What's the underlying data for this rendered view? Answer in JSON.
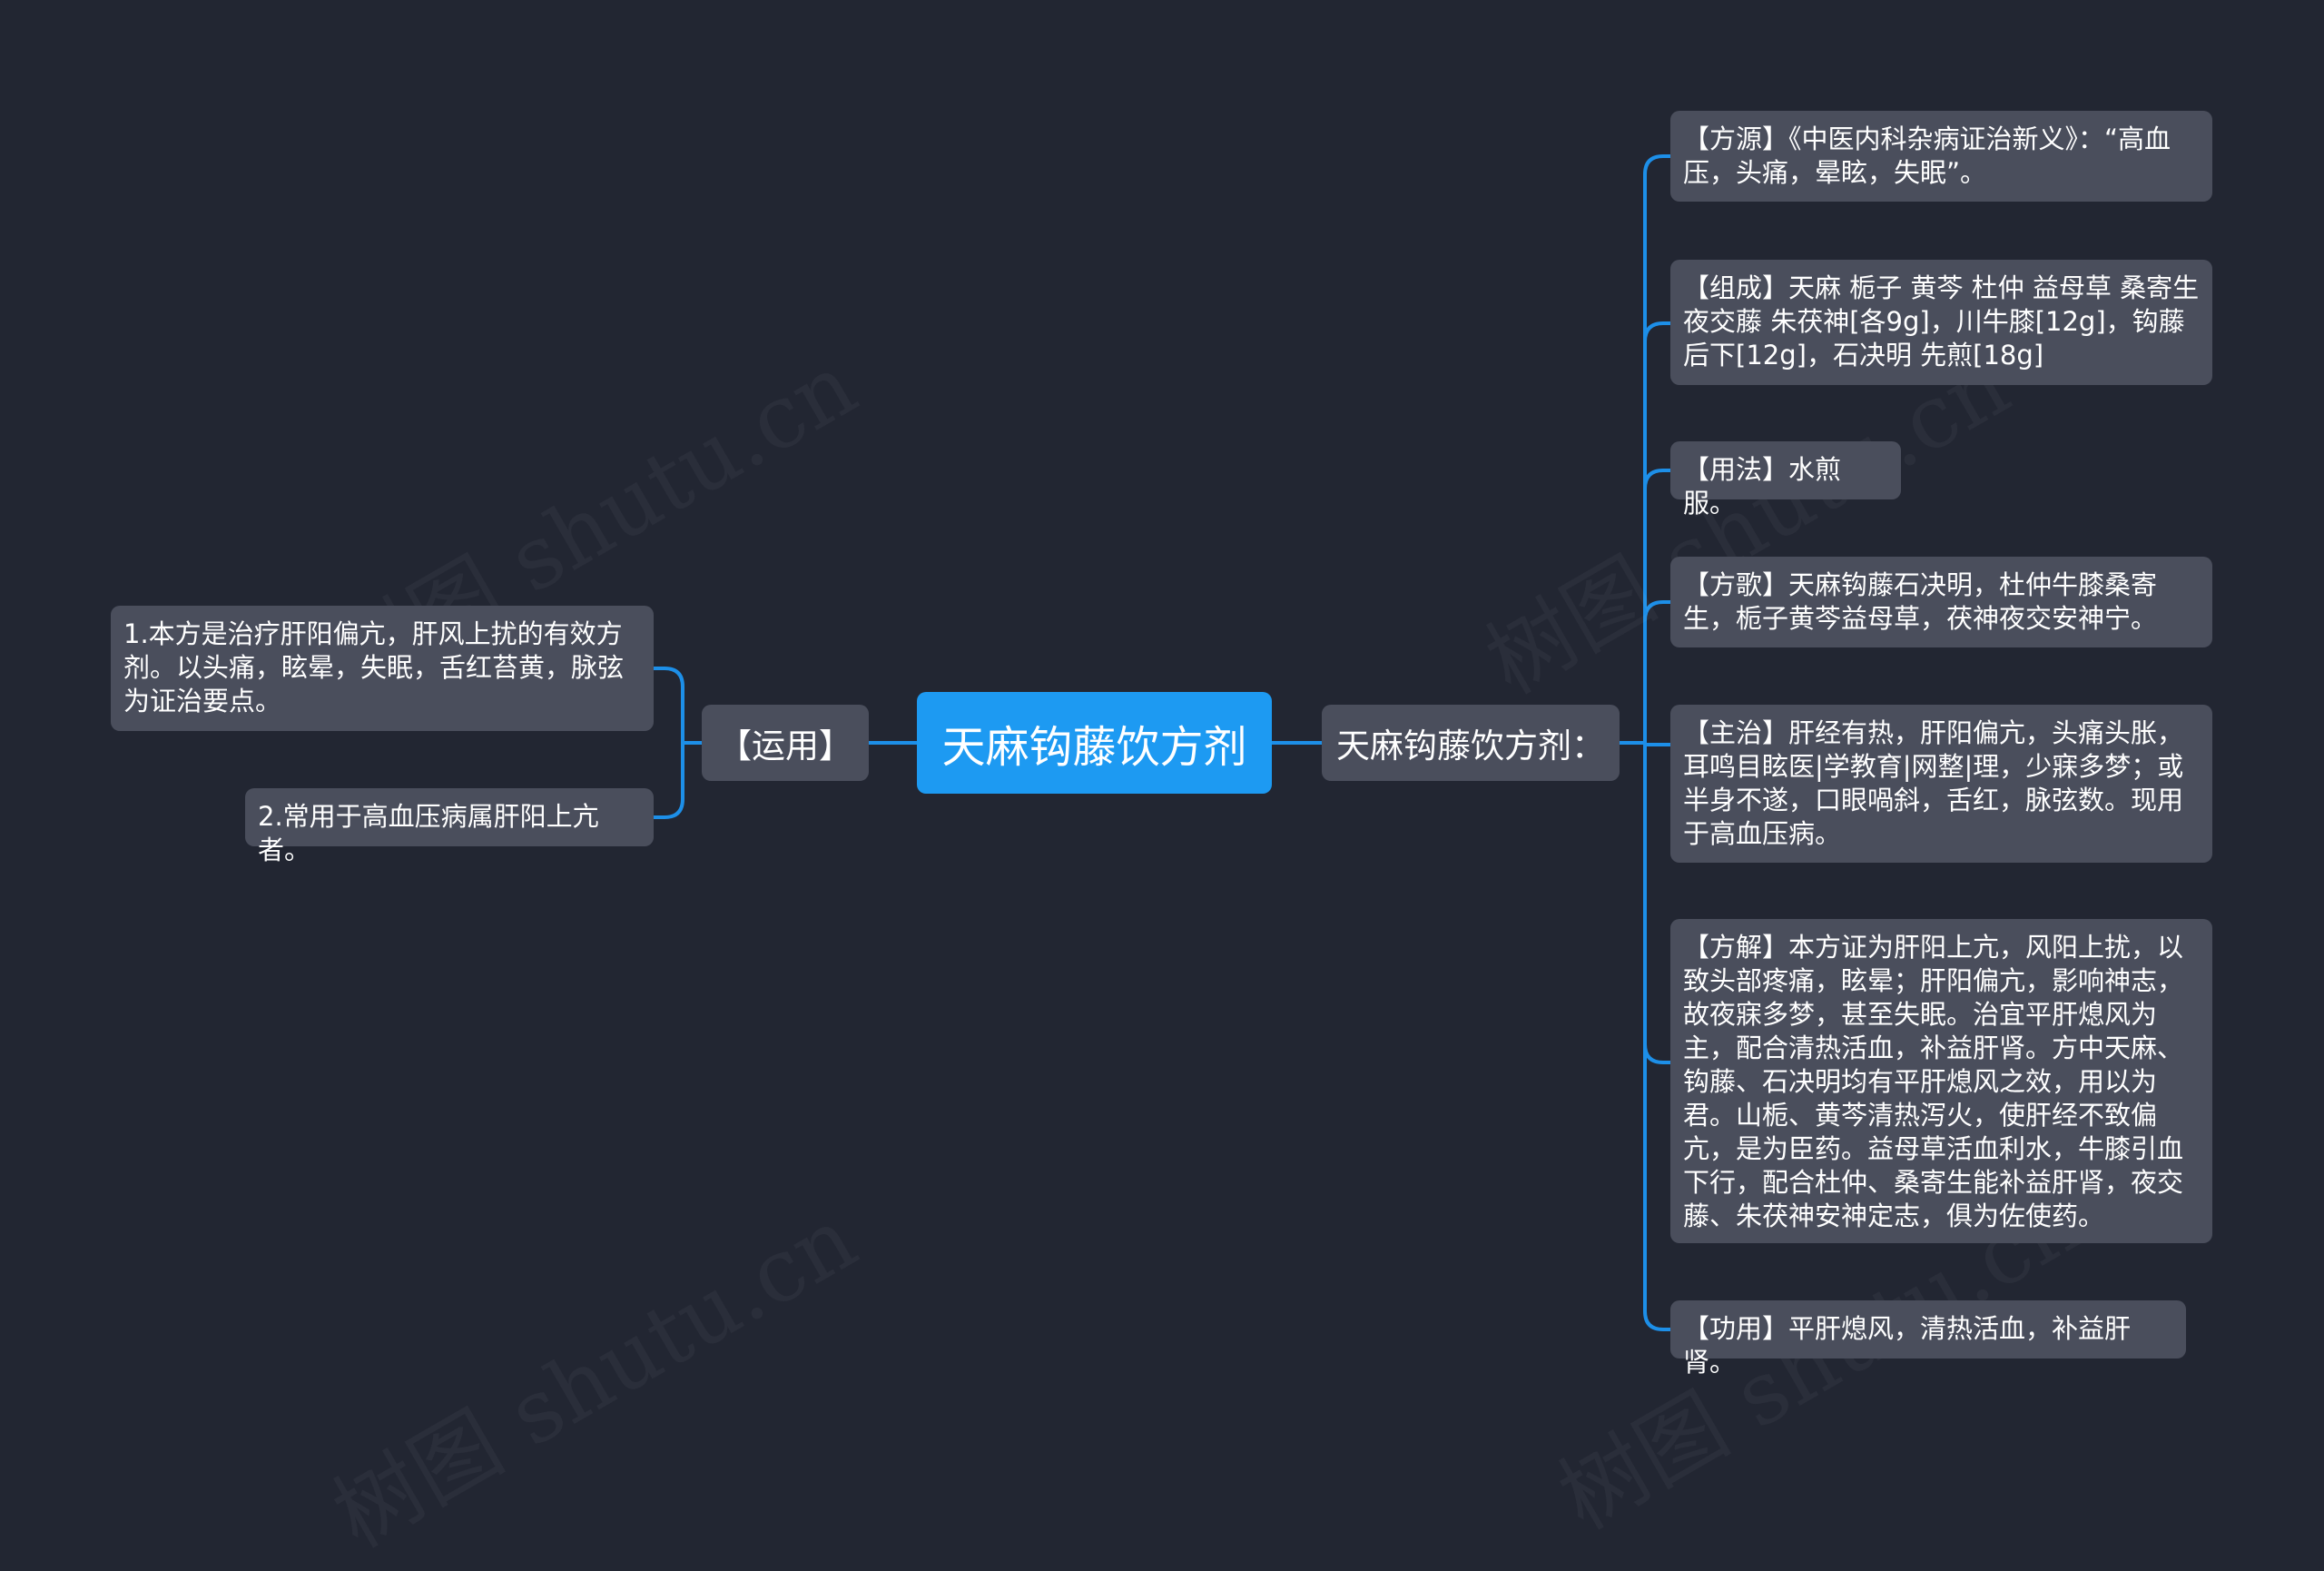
{
  "root": {
    "label": "天麻钩藤饮方剂"
  },
  "left": {
    "label": "【运用】",
    "children": [
      "1.本方是治疗肝阳偏亢，肝风上扰的有效方剂。以头痛，眩晕，失眠，舌红苔黄，脉弦为证治要点。",
      "2.常用于高血压病属肝阳上亢者。"
    ]
  },
  "right": {
    "label": "天麻钩藤饮方剂：",
    "children": [
      "【方源】《中医内科杂病证治新义》：“高血压，头痛，晕眩，失眠”。",
      "【组成】天麻 栀子 黄芩 杜仲 益母草 桑寄生 夜交藤 朱茯神[各9g]，川牛膝[12g]，钩藤 后下[12g]，石决明 先煎[18g]",
      "【用法】水煎服。",
      "【方歌】天麻钩藤石决明，杜仲牛膝桑寄生，栀子黄芩益母草，茯神夜交安神宁。",
      "【主治】肝经有热，肝阳偏亢，头痛头胀，耳鸣目眩医|学教育|网整|理，少寐多梦；或半身不遂，口眼喎斜，舌红，脉弦数。现用于高血压病。",
      "【方解】本方证为肝阳上亢，风阳上扰，以致头部疼痛，眩晕；肝阳偏亢，影响神志，故夜寐多梦，甚至失眠。治宜平肝熄风为主，配合清热活血，补益肝肾。方中天麻、钩藤、石决明均有平肝熄风之效，用以为君。山栀、黄芩清热泻火，使肝经不致偏亢，是为臣药。益母草活血利水，牛膝引血下行，配合杜仲、桑寄生能补益肝肾，夜交藤、朱茯神安神定志，俱为佐使药。",
      "【功用】平肝熄风，清热活血，补益肝肾。"
    ]
  },
  "watermark": {
    "text": "树图 shutu.cn"
  },
  "colors": {
    "background": "#222632",
    "node": "#4a4e5c",
    "root": "#1d9af2",
    "link": "#1d8fe8"
  }
}
